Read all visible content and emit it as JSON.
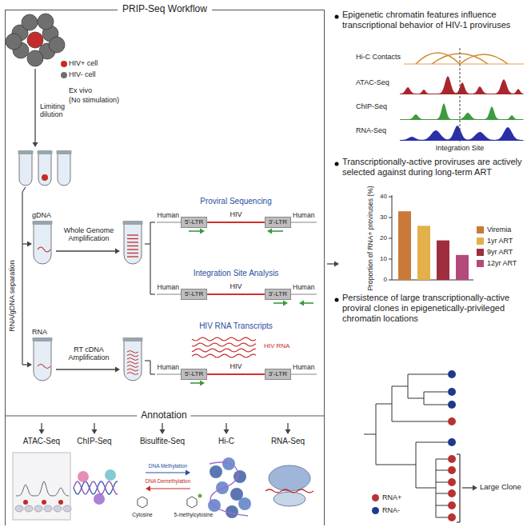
{
  "diagram": {
    "nodes": [
      {
        "text": [
          "PRIP-Seq Workflow"
        ]
      },
      {
        "text": [
          "5'-LTR"
        ],
        "in": 0
      },
      {
        "text": [
          "3'-LTR"
        ],
        "in": 0
      },
      {
        "text": [
          "5'-LTR"
        ],
        "in": 0
      },
      {
        "text": [
          "3'-LTR"
        ],
        "in": 0
      },
      {
        "text": [
          "5'-LTR"
        ],
        "in": 0
      },
      {
        "text": [
          "3'-LTR"
        ],
        "in": 0
      }
    ],
    "edges": [
      {
        "from": 1,
        "to": 2,
        "arrow": "none",
        "label": "HIV"
      },
      {
        "from": 3,
        "to": 4,
        "arrow": "none",
        "label": "HIV"
      },
      {
        "from": 5,
        "to": 6,
        "arrow": "none",
        "label": "HIV"
      }
    ],
    "labels": [
      "HIV+ cell",
      "HIV- cell",
      "Ex vivo",
      "(No stimulation)",
      "Limiting dilution",
      "RNA/gDNA separation",
      "gDNA",
      "Whole Genome Amplification",
      "Proviral Sequencing",
      "Human",
      "Human",
      "Integration Site Analysis",
      "Human",
      "Human",
      "RNA",
      "RT cDNA Amplification",
      "HIV RNA Transcripts",
      "HIV RNA",
      "Human",
      "Human",
      "Annotation",
      "ATAC-Seq",
      "ChIP-Seq",
      "Bisulfite-Seq",
      "Hi-C",
      "RNA-Seq",
      "DNA Methylation",
      "DNA Demethylation",
      "Cytosine",
      "5-methylcytosine",
      "Epigenetic chromatin features influence transcriptional behavior of HIV-1 proviruses",
      "Hi-C Contacts",
      "ATAC-Seq",
      "ChIP-Seq",
      "RNA-Seq",
      "Integration Site",
      "Transcriptionally-active proviruses are actively selected against during long-term ART",
      "Proportion of RNA+ proviruses (%)",
      "40",
      "30",
      "20",
      "10",
      "0",
      "Persistence of large transcriptionally-active proviral clones in epigenetically-privileged chromatin locations",
      "Large Clone"
    ],
    "legend": [
      {
        "text": "Viremia",
        "color": "#c97a38"
      },
      {
        "text": "1yr ART",
        "color": "#e3b04b"
      },
      {
        "text": "9yr ART",
        "color": "#9e2d3e"
      },
      {
        "text": "12yr ART",
        "color": "#b34b7a"
      },
      {
        "text": "RNA+",
        "color": "#b83232"
      },
      {
        "text": "RNA-",
        "color": "#1f3a8a"
      }
    ]
  }
}
